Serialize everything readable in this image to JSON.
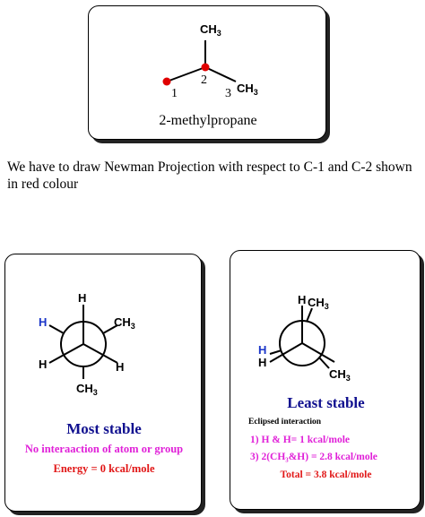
{
  "top_card": {
    "group_top": "CH",
    "group_top_sub": "3",
    "group_right": "CH",
    "group_right_sub": "3",
    "num_1": "1",
    "num_2": "2",
    "num_3": "3",
    "caption": "2-methylpropane"
  },
  "intro_text": "We have to draw Newman Projection with respect to C-1 and C-2 shown in red colour",
  "left_card": {
    "labels": {
      "top": "H",
      "left": "H",
      "right_group": "CH",
      "right_group_sub": "3",
      "lower_left": "H",
      "lower_right": "H",
      "bottom_group": "CH",
      "bottom_group_sub": "3"
    },
    "title": "Most stable",
    "subtitle": "No interaaction of atom or group",
    "energy": "Energy = 0 kcal/mole"
  },
  "right_card": {
    "labels": {
      "top_h": "H",
      "top_group": "CH",
      "top_group_sub": "3",
      "left_h1": "H",
      "left_h2": "H",
      "bottom_group": "CH",
      "bottom_group_sub": "3"
    },
    "title": "Least stable",
    "eclipsed_label": "Eclipsed interaction",
    "line1": "1) H & H= 1 kcal/mole",
    "line2": "3) 2(CH₃&H) = 2.8 kcal/mole",
    "total": "Total = 3.8 kcal/mole"
  },
  "colors": {
    "blue_label": "#1a35c8",
    "title_blue": "#10108f",
    "magenta": "#e020d8",
    "red": "#e11717",
    "dot_red": "#e00000"
  }
}
